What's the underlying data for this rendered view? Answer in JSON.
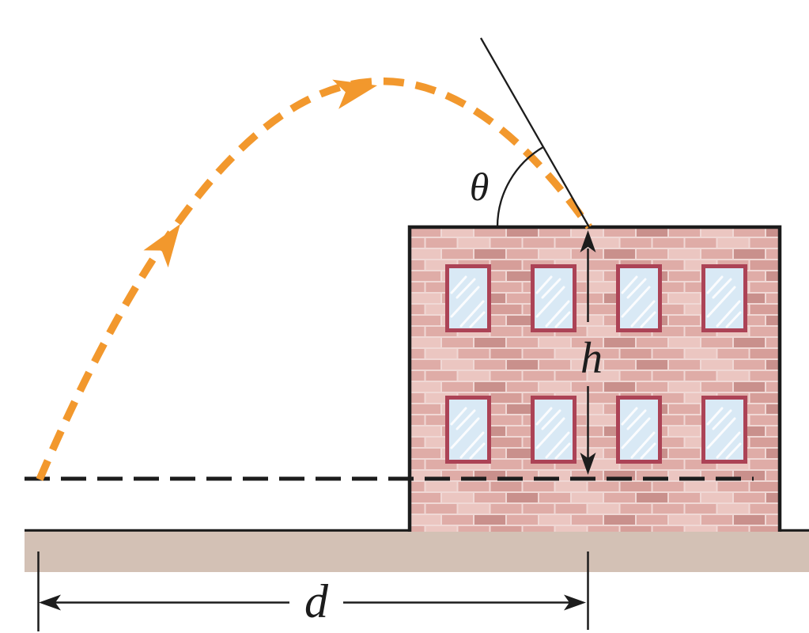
{
  "figure": {
    "labels": {
      "angle": "θ",
      "building_height": "h",
      "horizontal_distance": "d"
    },
    "colors": {
      "trajectory_orange": "#F2982D",
      "ink": "#1C1C1C",
      "mortar": "#F0D8D5",
      "brick_base": "#DFACA7",
      "brick_light": "#EBC6C1",
      "brick_dark": "#C9908C",
      "brick_mid": "#D69E99",
      "window_frame": "#AC4356",
      "window_glass": "#D9E9F5",
      "window_streak": "#FFFFFF",
      "ground": "#D3C1B5",
      "background": "#FFFFFF"
    }
  }
}
